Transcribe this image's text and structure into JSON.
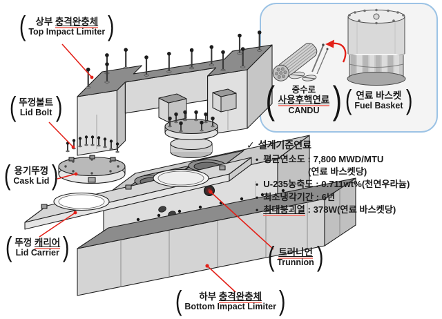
{
  "glyphs": {
    "paren_open": "(",
    "paren_close": ")",
    "bullet": "•",
    "check": "✓"
  },
  "labels": {
    "top_impact_limiter": {
      "ko_plain": "상부 ",
      "ko_underlined": "충격완충체",
      "en": "Top Impact Limiter"
    },
    "lid_bolt": {
      "ko_plain": "뚜껑볼트",
      "ko_underlined": "",
      "en": "Lid Bolt"
    },
    "cask_lid": {
      "ko_plain": "용기뚜껑",
      "ko_underlined": "",
      "en": "Cask Lid"
    },
    "lid_carrier": {
      "ko_plain": "뚜껑 ",
      "ko_underlined": "캐리어",
      "en": "Lid Carrier"
    },
    "trunnion": {
      "ko_plain": "",
      "ko_underlined": "트러니언",
      "en": "Trunnion"
    },
    "bottom_impact_limiter": {
      "ko_plain": "하부 ",
      "ko_underlined": "충격완충체",
      "en": "Bottom Impact Limiter"
    }
  },
  "inset": {
    "candu_label": {
      "line1": "중수로",
      "line2_underlined": "사용후핵연료",
      "line3": "CANDU"
    },
    "basket_label": {
      "ko": "연료 바스켓",
      "en": "Fuel Basket"
    }
  },
  "specs": {
    "title": "설계기준연료",
    "items": [
      {
        "u": "",
        "text": "평균연소도 : 7,800 MWD/MTU",
        "line2": "(연료 바스켓당)"
      },
      {
        "u": "",
        "text": "U-235농축도 : 0.711wt%(천연우라늄)"
      },
      {
        "u": "",
        "text": "최소냉각기간 : 6년"
      },
      {
        "u": "최대붕괴열",
        "text": " : 378W(연료 바스켓당)"
      }
    ]
  },
  "colors": {
    "leader_red": "#e32119",
    "underline_red": "#f1837a",
    "inset_border_blue": "#9cc3e5",
    "part_top_gray": "#8c8c8c",
    "part_side_gray": "#dedede"
  }
}
